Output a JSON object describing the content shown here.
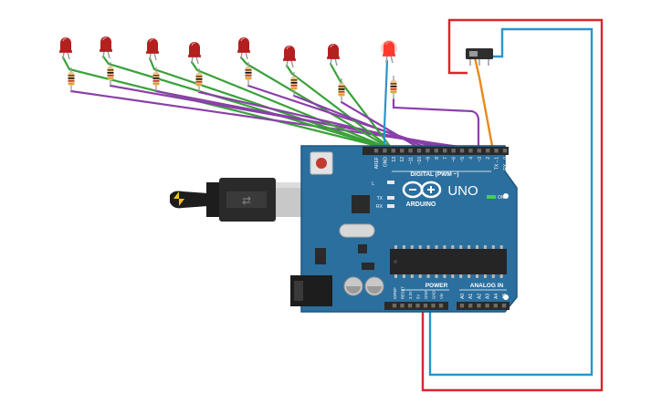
{
  "board": {
    "brand": "ARDUINO",
    "model": "UNO",
    "digital_label": "DIGITAL (PWM ~)",
    "power_label": "POWER",
    "analog_label": "ANALOG IN",
    "on_label": "ON",
    "led_labels": {
      "l": "L",
      "tx": "TX",
      "rx": "RX"
    },
    "digital_pins": [
      "AREF",
      "GND",
      "13",
      "12",
      "~11",
      "~10",
      "~9",
      "8",
      "7",
      "~6",
      "~5",
      "4",
      "~3",
      "2",
      "TX→1",
      "RX←0"
    ],
    "power_pins": [
      "IOREF",
      "RESET",
      "3.3V",
      "5V",
      "GND",
      "GND",
      "Vin"
    ],
    "analog_pins": [
      "A0",
      "A1",
      "A2",
      "A3",
      "A4",
      "A5"
    ]
  },
  "leds": [
    {
      "id": "led-1",
      "lit": false
    },
    {
      "id": "led-2",
      "lit": false
    },
    {
      "id": "led-3",
      "lit": false
    },
    {
      "id": "led-4",
      "lit": false
    },
    {
      "id": "led-5",
      "lit": false
    },
    {
      "id": "led-6",
      "lit": false
    },
    {
      "id": "led-7",
      "lit": false
    },
    {
      "id": "led-8",
      "lit": true
    }
  ],
  "colors": {
    "board": "#2b6f9e",
    "board_dark": "#1d5680",
    "led_off": "#b3201f",
    "led_on": "#ff3a2e",
    "wire_green": "#3aa13a",
    "wire_purple": "#8a3fa8",
    "wire_blue": "#2b95c8",
    "wire_red": "#d9252b",
    "wire_orange": "#e88a1a",
    "resistor": "#e6c795"
  }
}
